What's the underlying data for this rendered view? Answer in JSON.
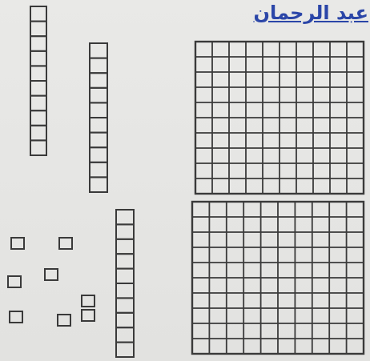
{
  "title": {
    "text": "عبد الرحمان",
    "color": "#2b46a8"
  },
  "colors": {
    "background": "#e6e6e4",
    "stroke": "#3a3a3a"
  },
  "base_ten_blocks": {
    "hundreds_count": 2,
    "tens_count": 3,
    "ones_count": 8,
    "hundred_grid": {
      "rows": 10,
      "columns": 10
    },
    "ten_rod_cells": 10
  }
}
